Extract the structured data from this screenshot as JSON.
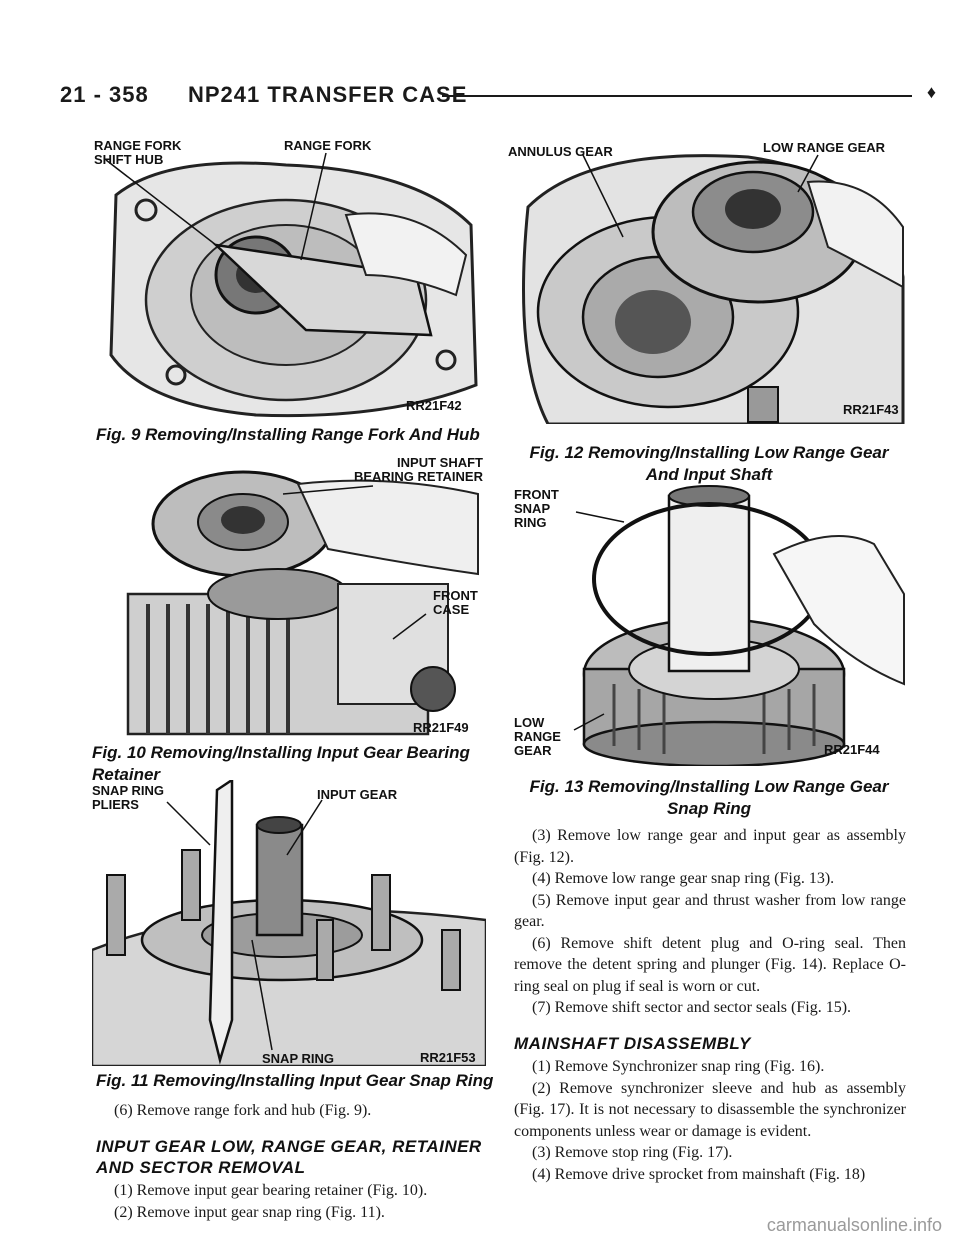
{
  "header": {
    "page_number": "21 - 358",
    "title": "NP241 TRANSFER CASE",
    "marker": "♦"
  },
  "figures": {
    "fig9": {
      "labels": [
        "RANGE FORK SHIFT HUB",
        "RANGE FORK"
      ],
      "code": "RR21F42",
      "caption": "Fig. 9 Removing/Installing Range Fork And Hub"
    },
    "fig10": {
      "labels": [
        "INPUT SHAFT BEARING RETAINER",
        "FRONT CASE"
      ],
      "code": "RR21F49",
      "caption": "Fig. 10 Removing/Installing Input Gear Bearing Retainer"
    },
    "fig11": {
      "labels": [
        "SNAP RING PLIERS",
        "INPUT GEAR",
        "SNAP RING"
      ],
      "code": "RR21F53",
      "caption": "Fig. 11 Removing/Installing Input Gear Snap Ring"
    },
    "fig12": {
      "labels": [
        "ANNULUS GEAR",
        "LOW RANGE GEAR"
      ],
      "code": "RR21F43",
      "caption": "Fig. 12 Removing/Installing Low Range Gear And Input Shaft"
    },
    "fig13": {
      "labels": [
        "FRONT SNAP RING",
        "LOW RANGE GEAR"
      ],
      "code": "RR21F44",
      "caption": "Fig. 13 Removing/Installing Low Range Gear Snap Ring"
    }
  },
  "left_text": {
    "step6": "(6) Remove range fork and hub (Fig. 9).",
    "section_heading": "INPUT GEAR LOW, RANGE GEAR, RETAINER AND SECTOR REMOVAL",
    "steps": [
      "(1) Remove input gear bearing retainer (Fig. 10).",
      "(2) Remove input gear snap ring (Fig. 11)."
    ]
  },
  "right_text": {
    "steps": [
      "(3) Remove low range gear and input gear as assembly (Fig. 12).",
      "(4) Remove low range gear snap ring (Fig. 13).",
      "(5) Remove input gear and thrust washer from low range gear.",
      "(6) Remove shift detent plug and O-ring seal. Then remove the detent spring and plunger (Fig. 14). Replace O-ring seal on plug if seal is worn or cut.",
      "(7) Remove shift sector and sector seals (Fig. 15)."
    ],
    "section_heading": "MAINSHAFT DISASSEMBLY",
    "mainshaft_steps": [
      "(1) Remove Synchronizer snap ring (Fig. 16).",
      "(2) Remove synchronizer sleeve and hub as assembly (Fig. 17). It is not necessary to disassemble the synchronizer components unless wear or damage is evident.",
      "(3) Remove stop ring (Fig. 17).",
      "(4) Remove drive sprocket from mainshaft (Fig. 18)"
    ]
  },
  "watermark": "carmanualsonline.info"
}
